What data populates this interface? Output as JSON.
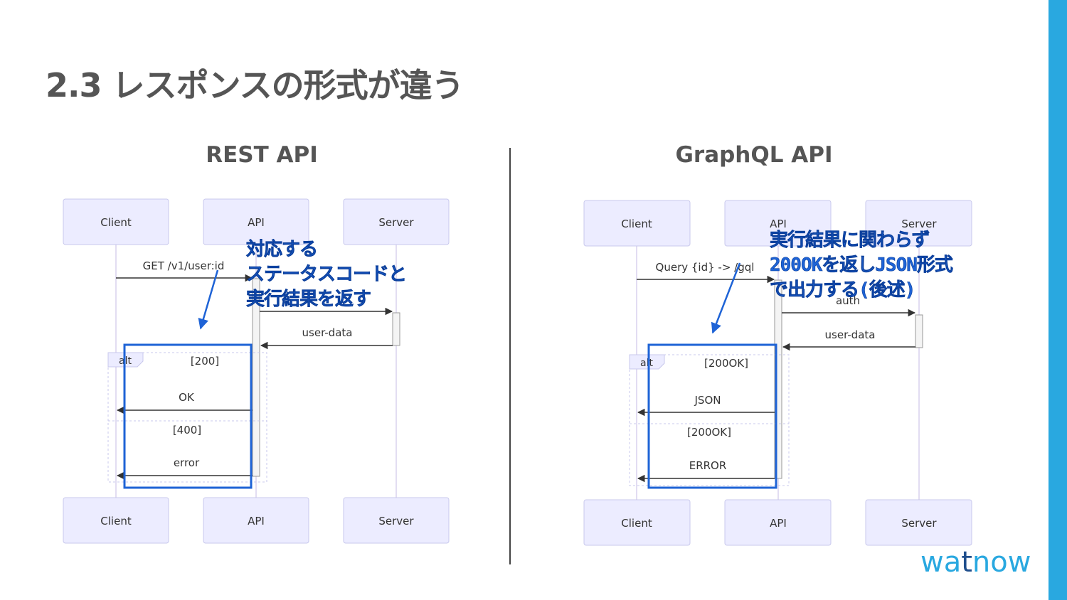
{
  "slide": {
    "title": "2.3 レスポンスの形式が違う",
    "logo": {
      "part1": "wa",
      "part2": "t",
      "part3": "now"
    }
  },
  "rest": {
    "heading": "REST API",
    "participants": [
      "Client",
      "API",
      "Server"
    ],
    "request_label": "GET /v1/user:id",
    "return_label": "user-data",
    "alt_label": "alt",
    "branch1_condition": "[200]",
    "branch1_message": "OK",
    "branch2_condition": "[400]",
    "branch2_message": "error",
    "callout": "対応する\nステータスコードと\n実行結果を返す"
  },
  "graphql": {
    "heading": "GraphQL API",
    "participants": [
      "Client",
      "API",
      "Server"
    ],
    "request_label": "Query {id} -> /gql",
    "auth_label": "auth",
    "return_label": "user-data",
    "alt_label": "alt",
    "branch1_condition": "[200OK]",
    "branch1_message": "JSON",
    "branch2_condition": "[200OK]",
    "branch2_message": "ERROR",
    "callout": "実行結果に関わらず\n200OKを返しJSON形式\nで出力する(後述)"
  },
  "colors": {
    "accent": "#29a8e0",
    "participant_fill": "#ECECFF",
    "participant_stroke": "#c8c8ec",
    "highlight": "#1e63d6"
  }
}
